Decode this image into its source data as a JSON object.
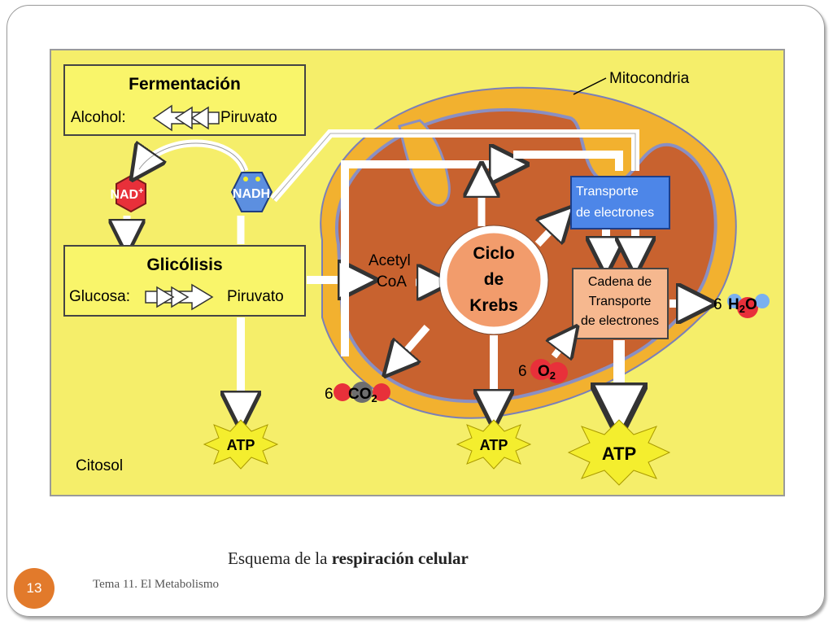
{
  "diagram": {
    "fermentation": {
      "title": "Fermentación",
      "left": "Alcohol:",
      "right": "Piruvato"
    },
    "nad_plus": {
      "base": "NAD",
      "sup": "+"
    },
    "nadh": "NADH",
    "glycolysis": {
      "title": "Glicólisis",
      "left": "Glucosa:",
      "right": "Piruvato"
    },
    "mitochondria": "Mitocondria",
    "acetyl_coa": {
      "line1": "Acetyl",
      "line2": "CoA"
    },
    "krebs": {
      "line1": "Ciclo",
      "line2": "de",
      "line3": "Krebs"
    },
    "electron_transport": {
      "line1": "Transporte",
      "line2": "de electrones"
    },
    "transport_chain": {
      "line1": "Cadena de",
      "line2": "Transporte",
      "line3": "de electrones"
    },
    "co2": {
      "coef": "6",
      "formula": "CO",
      "sub": "2"
    },
    "o2": {
      "coef": "6",
      "formula": "O",
      "sub": "2"
    },
    "h2o": {
      "coef": "6",
      "formula": "H",
      "sub": "2",
      "formula_end": "O"
    },
    "atp_labels": [
      "ATP",
      "ATP",
      "ATP"
    ],
    "cytosol": "Citosol"
  },
  "caption": {
    "normal": "Esquema de la ",
    "bold": "respiración celular"
  },
  "footer": {
    "page_number": "13",
    "text": "Tema 11. El Metabolismo"
  },
  "colors": {
    "cytosol_bg": "#f5ee6a",
    "panel_yellow": "#f9f56a",
    "mito_outer": "#f2b12f",
    "mito_inner": "#c8622f",
    "cristae": "#8a8fc2",
    "krebs_fill": "#f29c6c",
    "transport_blue": "#4d86e8",
    "chain_fill": "#f6b88f",
    "nad_red": "#e8303a",
    "nadh_blue": "#5c8fe0",
    "atp_star": "#f4ee2e"
  }
}
